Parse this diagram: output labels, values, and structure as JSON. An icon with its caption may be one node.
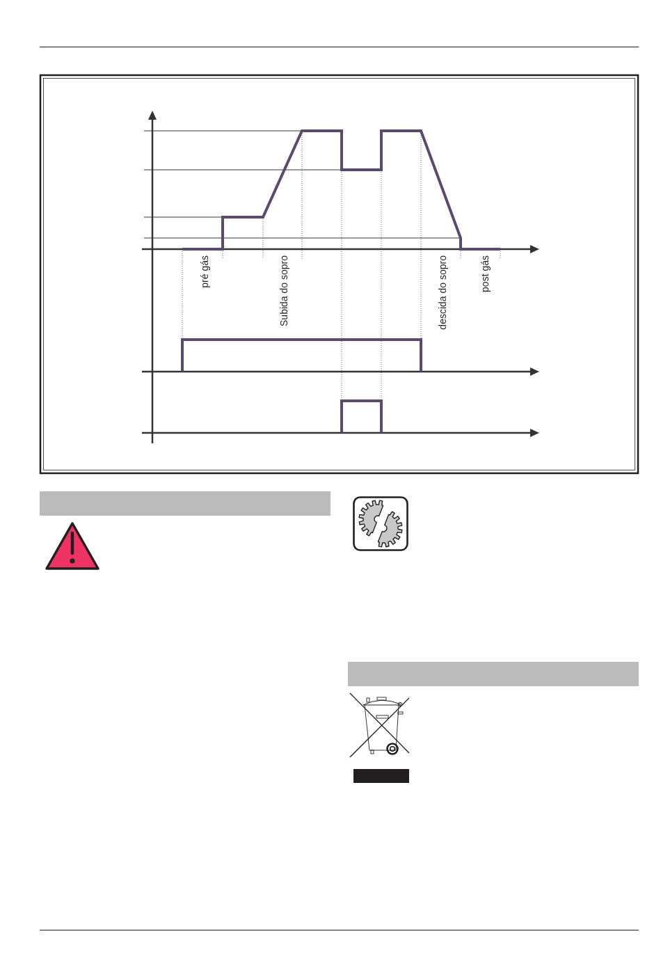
{
  "diagram": {
    "nodes": [
      {
        "text": [],
        "shape": "bar"
      },
      {
        "text": [],
        "shape": "bar"
      },
      {
        "text": [],
        "shape": "bar"
      }
    ],
    "labels": [
      "pré gás",
      "Subida do sopro",
      "descida do sopro",
      "post gás"
    ]
  }
}
